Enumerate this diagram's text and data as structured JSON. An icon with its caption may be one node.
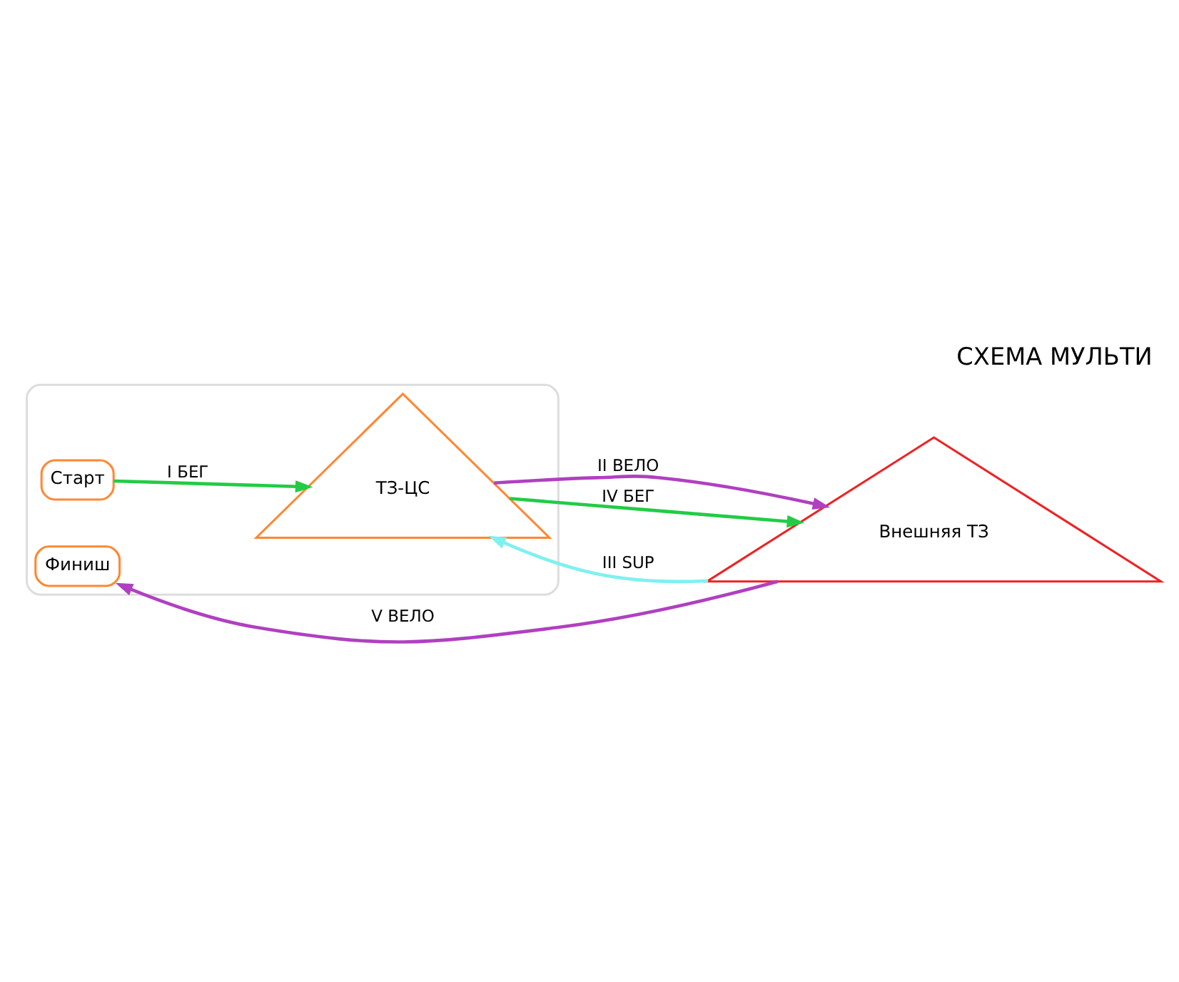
{
  "diagram": {
    "title": "СХЕМА МУЛЬТИ",
    "nodes": [
      {
        "text": [],
        "shape": "box"
      },
      {
        "text": [
          "Старт"
        ],
        "in": 0
      },
      {
        "text": [
          "ТЗ-ЦС"
        ],
        "in": 0
      },
      {
        "text": [
          "Финиш"
        ],
        "in": 0
      },
      {
        "text": [
          "Внешняя ТЗ"
        ]
      }
    ],
    "edges": [
      {
        "from": 1,
        "to": 2,
        "arrow": "to",
        "label": "I БЕГ",
        "color": "#22cc44"
      },
      {
        "from": 2,
        "to": 4,
        "arrow": "to",
        "label": "II ВЕЛО",
        "color": "#b040c0"
      },
      {
        "from": 4,
        "to": 2,
        "arrow": "to",
        "label": "III SUP",
        "color": "#80f0f0"
      },
      {
        "from": 2,
        "to": 4,
        "arrow": "to",
        "label": "IV БЕГ",
        "color": "#22cc44"
      },
      {
        "from": 4,
        "to": 3,
        "arrow": "to",
        "label": "V ВЕЛО",
        "color": "#b040c0"
      }
    ]
  }
}
